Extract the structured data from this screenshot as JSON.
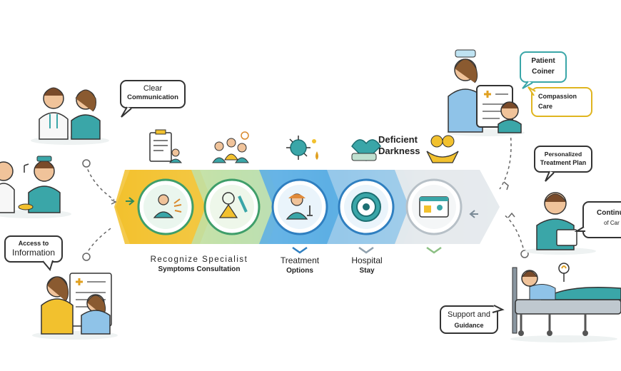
{
  "bubbles": {
    "clear_communication": {
      "line1": "Clear",
      "line2": "Communication"
    },
    "access_to_information": {
      "line1": "Access to",
      "line2": "Information"
    },
    "patient_coiner": {
      "line1": "Patient",
      "line2": "Coiner"
    },
    "compassion_care": {
      "line1": "Compassion",
      "line2": "Care"
    },
    "personalized_treatment_plan": {
      "line1": "Personalized",
      "line2": "Treatment Plan"
    },
    "continuity_of_care": {
      "line1": "Continu",
      "line2": "of Car"
    },
    "support_and_guidance": {
      "line1": "Support and",
      "line2": "Guidance"
    }
  },
  "top_label": {
    "line1": "Deficient",
    "line2": "Darkness"
  },
  "steps": [
    {
      "line1": "Recognize Specialist",
      "line2": "Symptoms Consultation"
    },
    {
      "line1": "Treatment",
      "line2": "Options"
    },
    {
      "line1": "Hospital",
      "line2": "Stay"
    }
  ],
  "colors": {
    "yellow": "#f2c12e",
    "green": "#8cc084",
    "blue": "#4aa3df",
    "teal": "#3aa6a8",
    "gray": "#d9dee3"
  }
}
